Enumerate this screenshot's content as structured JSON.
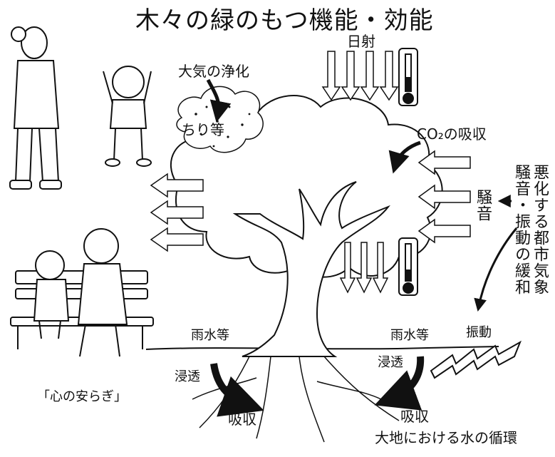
{
  "title": "木々の緑のもつ機能・効能",
  "labels": {
    "solar": "日射",
    "air_purification": "大気の浄化",
    "dust": "ちり等",
    "co2_absorption": "CO₂の吸収",
    "noise": "騒音",
    "urban_climate_line1": "悪化する都市気象",
    "urban_climate_line2": "騒音・振動の緩和",
    "vibration": "振動",
    "rainwater_left": "雨水等",
    "rainwater_right": "雨水等",
    "infiltration_left": "浸透",
    "infiltration_right": "浸透",
    "absorption_left": "吸収",
    "absorption_right": "吸収",
    "peace_of_mind": "「心の安らぎ」",
    "water_cycle": "大地における水の循環"
  },
  "icons": [
    "thermometer-icon",
    "arrow-icon",
    "zigzag-vibration-icon"
  ],
  "colors": {
    "ink": "#111111",
    "paper": "#ffffff"
  }
}
